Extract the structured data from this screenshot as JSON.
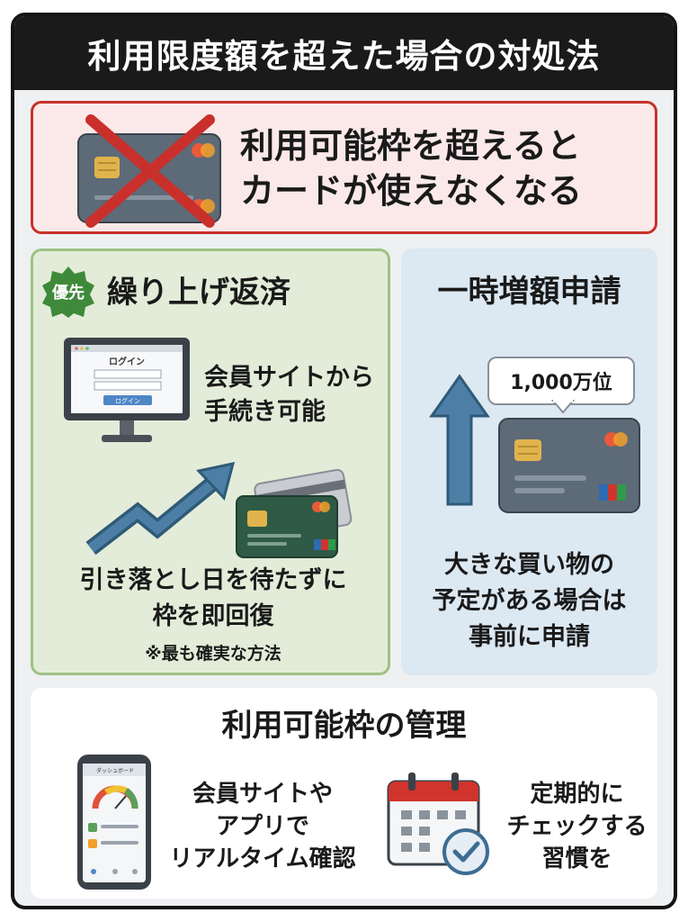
{
  "title": "利用限度額を超えた場合の対処法",
  "warning": {
    "line1": "利用可能枠を超えると",
    "line2": "カードが使えなくなる"
  },
  "prepay": {
    "badge": "優先",
    "heading": "繰り上げ返済",
    "login_title": "ログイン",
    "login_button": "ログイン",
    "member_line1": "会員サイトから",
    "member_line2": "手続き可能",
    "drop_line1": "引き落とし日を待たずに",
    "drop_line2": "枠を即回復",
    "note": "※最も確実な方法"
  },
  "increase": {
    "heading": "一時増額申請",
    "bubble": "1,000万位",
    "line1": "大きな買い物の",
    "line2": "予定がある場合は",
    "line3": "事前に申請"
  },
  "manage": {
    "heading": "利用可能枠の管理",
    "app_line1": "会員サイトや",
    "app_line2": "アプリで",
    "app_line3": "リアルタイム確認",
    "check_line1": "定期的に",
    "check_line2": "チェックする",
    "check_line3": "習慣を",
    "dashboard_label": "ダッシュボード"
  },
  "colors": {
    "warn_red": "#c9302c",
    "green_panel": "#e3ecd8",
    "blue_panel": "#dce8f2",
    "badge_green": "#3f8a3a",
    "card_gray": "#5d6a78",
    "card_green": "#2f5a45",
    "arrow_blue": "#3d6d93"
  }
}
